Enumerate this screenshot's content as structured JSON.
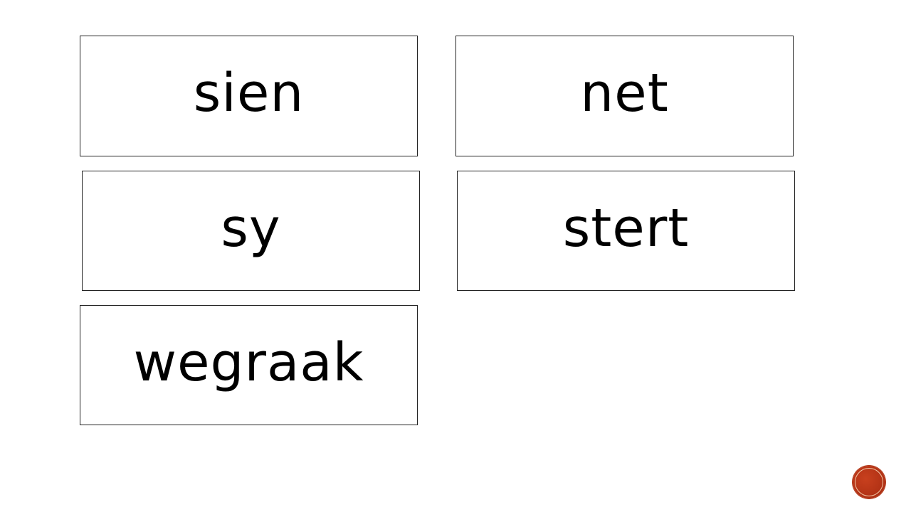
{
  "cards": [
    {
      "word": "sien"
    },
    {
      "word": "net"
    },
    {
      "word": "sy"
    },
    {
      "word": "stert"
    },
    {
      "word": "wegraak"
    }
  ],
  "nav_button": {
    "icon": "circle-nav-icon",
    "color": "#b8361a"
  }
}
